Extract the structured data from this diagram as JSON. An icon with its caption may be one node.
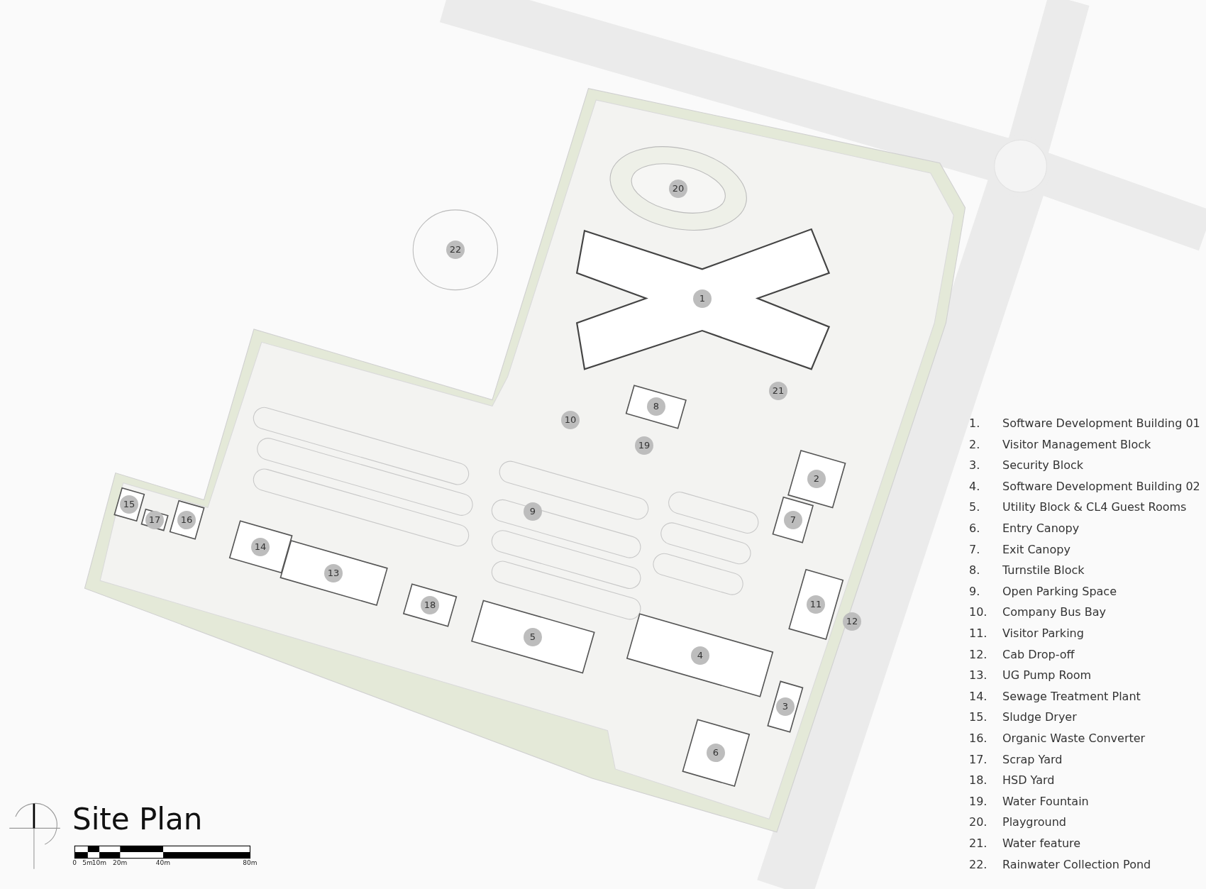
{
  "diagram": {
    "title": "Site Plan",
    "nodes": [
      {
        "text": [
          "20"
        ]
      },
      {
        "text": [
          "22"
        ]
      },
      {
        "text": [
          "1"
        ]
      },
      {
        "text": [
          "21"
        ]
      },
      {
        "text": [
          "8"
        ]
      },
      {
        "text": [
          "10"
        ]
      },
      {
        "text": [
          "19"
        ]
      },
      {
        "text": [
          "2"
        ]
      },
      {
        "text": [
          "15"
        ]
      },
      {
        "text": [
          "9"
        ]
      },
      {
        "text": [
          "17"
        ]
      },
      {
        "text": [
          "16"
        ]
      },
      {
        "text": [
          "7"
        ]
      },
      {
        "text": [
          "14"
        ]
      },
      {
        "text": [
          "13"
        ]
      },
      {
        "text": [
          "11"
        ]
      },
      {
        "text": [
          "18"
        ]
      },
      {
        "text": [
          "12"
        ]
      },
      {
        "text": [
          "5"
        ]
      },
      {
        "text": [
          "4"
        ]
      },
      {
        "text": [
          "3"
        ]
      },
      {
        "text": [
          "6"
        ]
      }
    ],
    "labels": [
      "1.",
      "Software Development Building 01",
      "2.",
      "Visitor Management Block",
      "3.",
      "Security Block",
      "4.",
      "Software Development Building 02",
      "5.",
      "Utility Block & CL4 Guest Rooms",
      "6.",
      "Entry Canopy",
      "7.",
      "Exit Canopy",
      "8.",
      "Turnstile Block",
      "9.",
      "Open Parking Space",
      "10.",
      "Company Bus Bay",
      "11.",
      "Visitor Parking",
      "12.",
      "Cab Drop-off",
      "13.",
      "UG Pump Room",
      "14.",
      "Sewage Treatment Plant",
      "15.",
      "Sludge Dryer",
      "16.",
      "Organic Waste Converter",
      "17.",
      "Scrap Yard",
      "18.",
      "HSD Yard",
      "19.",
      "Water Fountain",
      "20.",
      "Playground",
      "21.",
      "Water feature",
      "22.",
      "Rainwater Collection Pond",
      "0",
      "5m",
      "10m",
      "20m",
      "40m",
      "80m"
    ]
  }
}
